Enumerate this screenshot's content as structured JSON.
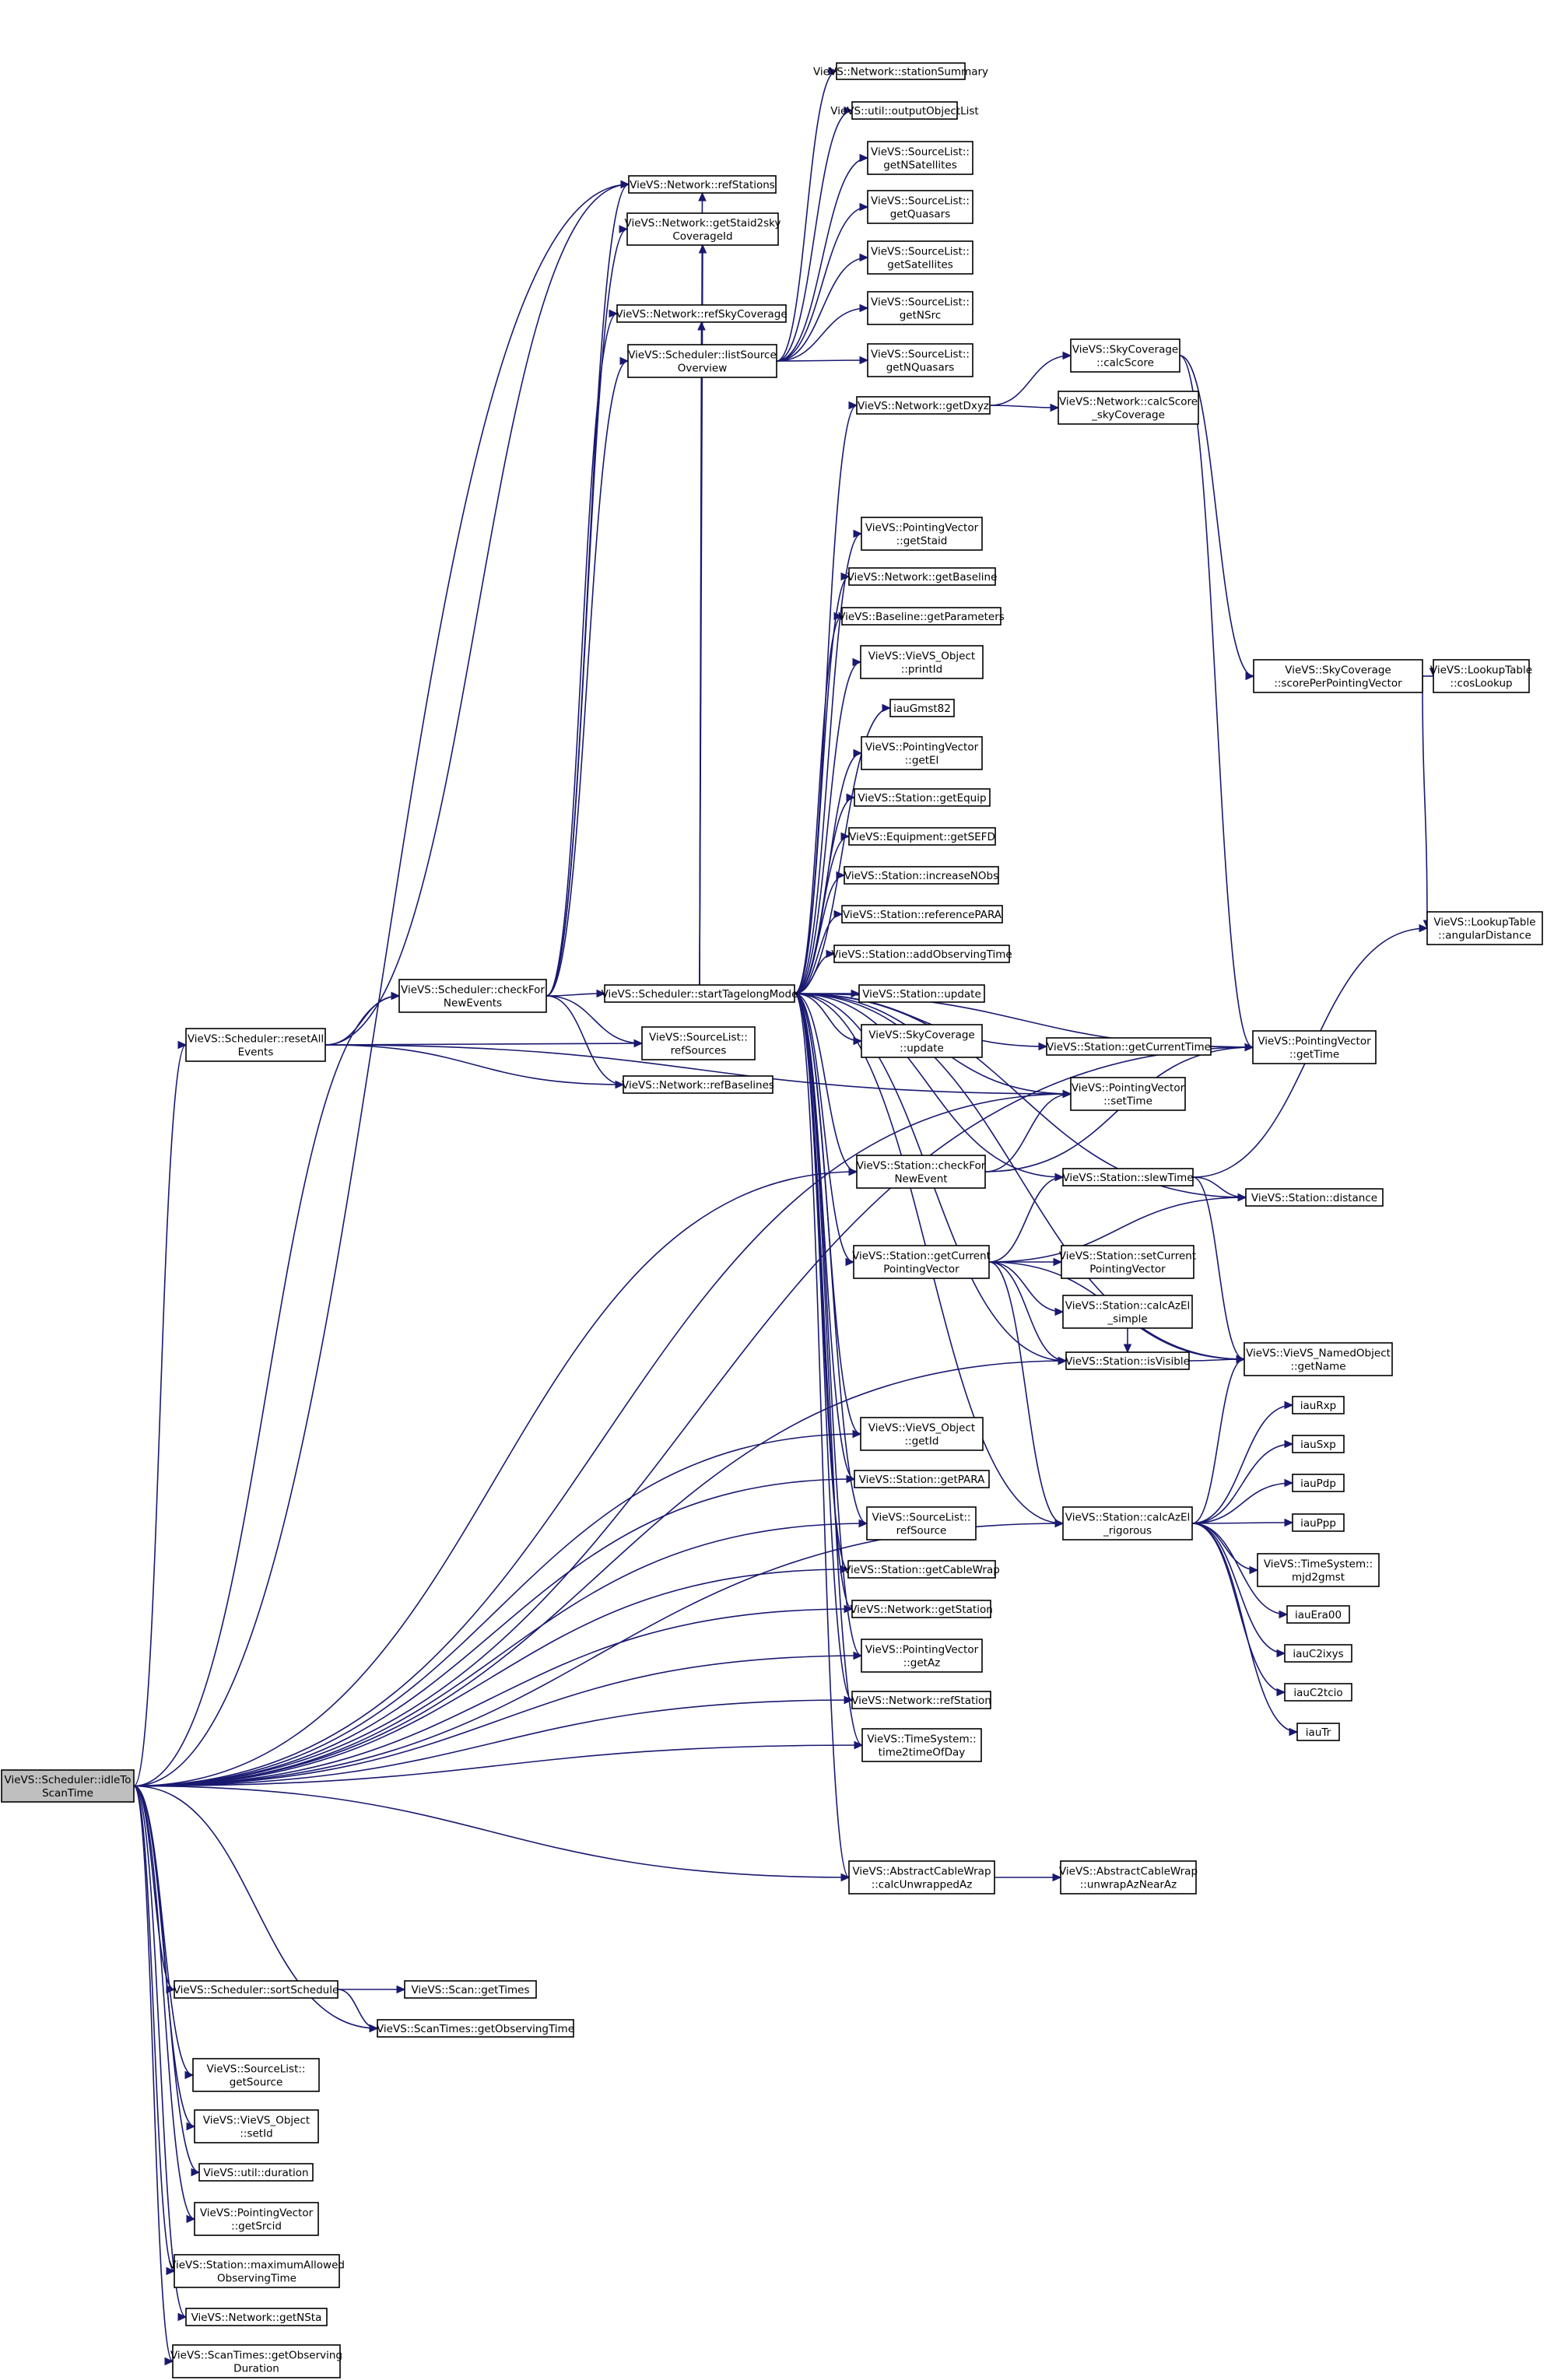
{
  "diagram": {
    "root": "idleToScanTime",
    "nodes": [
      {
        "id": "idleToScanTime",
        "lines": [
          "VieVS::Scheduler::idleTo",
          "ScanTime"
        ],
        "kind": "root"
      },
      {
        "id": "stationSummary",
        "lines": [
          "VieVS::Network::stationSummary"
        ]
      },
      {
        "id": "outputObjectList",
        "lines": [
          "VieVS::util::outputObjectList"
        ]
      },
      {
        "id": "getNSatellites",
        "lines": [
          "VieVS::SourceList::",
          "getNSatellites"
        ]
      },
      {
        "id": "refStations",
        "lines": [
          "VieVS::Network::refStations"
        ]
      },
      {
        "id": "getStaid2sky",
        "lines": [
          "VieVS::Network::getStaid2sky",
          "CoverageId"
        ]
      },
      {
        "id": "getQuasars",
        "lines": [
          "VieVS::SourceList::",
          "getQuasars"
        ]
      },
      {
        "id": "getSatellites",
        "lines": [
          "VieVS::SourceList::",
          "getSatellites"
        ]
      },
      {
        "id": "refSkyCoverage",
        "lines": [
          "VieVS::Network::refSkyCoverage"
        ]
      },
      {
        "id": "getNSrc",
        "lines": [
          "VieVS::SourceList::",
          "getNSrc"
        ]
      },
      {
        "id": "listSourceOverview",
        "lines": [
          "VieVS::Scheduler::listSource",
          "Overview"
        ]
      },
      {
        "id": "getNQuasars",
        "lines": [
          "VieVS::SourceList::",
          "getNQuasars"
        ]
      },
      {
        "id": "calcScore",
        "lines": [
          "VieVS::SkyCoverage",
          "::calcScore"
        ]
      },
      {
        "id": "getDxyz",
        "lines": [
          "VieVS::Network::getDxyz"
        ]
      },
      {
        "id": "calcScoreSky",
        "lines": [
          "VieVS::Network::calcScore",
          "_skyCoverage"
        ]
      },
      {
        "id": "pvGetStaid",
        "lines": [
          "VieVS::PointingVector",
          "::getStaid"
        ]
      },
      {
        "id": "getBaseline",
        "lines": [
          "VieVS::Network::getBaseline"
        ]
      },
      {
        "id": "getParameters",
        "lines": [
          "VieVS::Baseline::getParameters"
        ]
      },
      {
        "id": "printId",
        "lines": [
          "VieVS::VieVS_Object",
          "::printId"
        ]
      },
      {
        "id": "scorePerPV",
        "lines": [
          "VieVS::SkyCoverage",
          "::scorePerPointingVector"
        ]
      },
      {
        "id": "cosLookup",
        "lines": [
          "VieVS::LookupTable",
          "::cosLookup"
        ]
      },
      {
        "id": "iauGmst82",
        "lines": [
          "iauGmst82"
        ]
      },
      {
        "id": "pvGetEl",
        "lines": [
          "VieVS::PointingVector",
          "::getEl"
        ]
      },
      {
        "id": "getEquip",
        "lines": [
          "VieVS::Station::getEquip"
        ]
      },
      {
        "id": "getSEFD",
        "lines": [
          "VieVS::Equipment::getSEFD"
        ]
      },
      {
        "id": "increaseNObs",
        "lines": [
          "VieVS::Station::increaseNObs"
        ]
      },
      {
        "id": "angularDistance",
        "lines": [
          "VieVS::LookupTable",
          "::angularDistance"
        ]
      },
      {
        "id": "referencePARA",
        "lines": [
          "VieVS::Station::referencePARA"
        ]
      },
      {
        "id": "addObservingTime",
        "lines": [
          "VieVS::Station::addObservingTime"
        ]
      },
      {
        "id": "checkForNewEvents",
        "lines": [
          "VieVS::Scheduler::checkFor",
          "NewEvents"
        ]
      },
      {
        "id": "startTagelong",
        "lines": [
          "VieVS::Scheduler::startTagelongMode"
        ]
      },
      {
        "id": "stationUpdate",
        "lines": [
          "VieVS::Station::update"
        ]
      },
      {
        "id": "resetAllEvents",
        "lines": [
          "VieVS::Scheduler::resetAll",
          "Events"
        ]
      },
      {
        "id": "refSources",
        "lines": [
          "VieVS::SourceList::",
          "refSources"
        ]
      },
      {
        "id": "skyUpdate",
        "lines": [
          "VieVS::SkyCoverage",
          "::update"
        ]
      },
      {
        "id": "getCurrentTime",
        "lines": [
          "VieVS::Station::getCurrentTime"
        ]
      },
      {
        "id": "pvGetTime",
        "lines": [
          "VieVS::PointingVector",
          "::getTime"
        ]
      },
      {
        "id": "refBaselines",
        "lines": [
          "VieVS::Network::refBaselines"
        ]
      },
      {
        "id": "pvSetTime",
        "lines": [
          "VieVS::PointingVector",
          "::setTime"
        ]
      },
      {
        "id": "checkForNewEvent",
        "lines": [
          "VieVS::Station::checkFor",
          "NewEvent"
        ]
      },
      {
        "id": "slewTime",
        "lines": [
          "VieVS::Station::slewTime"
        ]
      },
      {
        "id": "distance",
        "lines": [
          "VieVS::Station::distance"
        ]
      },
      {
        "id": "getCurrentPV",
        "lines": [
          "VieVS::Station::getCurrent",
          "PointingVector"
        ]
      },
      {
        "id": "setCurrentPV",
        "lines": [
          "VieVS::Station::setCurrent",
          "PointingVector"
        ]
      },
      {
        "id": "calcAzElSimple",
        "lines": [
          "VieVS::Station::calcAzEl",
          "_simple"
        ]
      },
      {
        "id": "isVisible",
        "lines": [
          "VieVS::Station::isVisible"
        ]
      },
      {
        "id": "getName",
        "lines": [
          "VieVS::VieVS_NamedObject",
          "::getName"
        ]
      },
      {
        "id": "iauRxp",
        "lines": [
          "iauRxp"
        ]
      },
      {
        "id": "objGetId",
        "lines": [
          "VieVS::VieVS_Object",
          "::getId"
        ]
      },
      {
        "id": "iauSxp",
        "lines": [
          "iauSxp"
        ]
      },
      {
        "id": "getPARA",
        "lines": [
          "VieVS::Station::getPARA"
        ]
      },
      {
        "id": "iauPdp",
        "lines": [
          "iauPdp"
        ]
      },
      {
        "id": "refSource",
        "lines": [
          "VieVS::SourceList::",
          "refSource"
        ]
      },
      {
        "id": "calcAzElRigorous",
        "lines": [
          "VieVS::Station::calcAzEl",
          "_rigorous"
        ]
      },
      {
        "id": "iauPpp",
        "lines": [
          "iauPpp"
        ]
      },
      {
        "id": "mjd2gmst",
        "lines": [
          "VieVS::TimeSystem::",
          "mjd2gmst"
        ]
      },
      {
        "id": "getCableWrap",
        "lines": [
          "VieVS::Station::getCableWrap"
        ]
      },
      {
        "id": "getStation",
        "lines": [
          "VieVS::Network::getStation"
        ]
      },
      {
        "id": "iauEra00",
        "lines": [
          "iauEra00"
        ]
      },
      {
        "id": "pvGetAz",
        "lines": [
          "VieVS::PointingVector",
          "::getAz"
        ]
      },
      {
        "id": "iauC2ixys",
        "lines": [
          "iauC2ixys"
        ]
      },
      {
        "id": "refStation",
        "lines": [
          "VieVS::Network::refStation"
        ]
      },
      {
        "id": "iauC2tcio",
        "lines": [
          "iauC2tcio"
        ]
      },
      {
        "id": "iauTr",
        "lines": [
          "iauTr"
        ]
      },
      {
        "id": "time2timeOfDay",
        "lines": [
          "VieVS::TimeSystem::",
          "time2timeOfDay"
        ]
      },
      {
        "id": "calcUnwrappedAz",
        "lines": [
          "VieVS::AbstractCableWrap",
          "::calcUnwrappedAz"
        ]
      },
      {
        "id": "unwrapAzNearAz",
        "lines": [
          "VieVS::AbstractCableWrap",
          "::unwrapAzNearAz"
        ]
      },
      {
        "id": "sortSchedule",
        "lines": [
          "VieVS::Scheduler::sortSchedule"
        ]
      },
      {
        "id": "scanGetTimes",
        "lines": [
          "VieVS::Scan::getTimes"
        ]
      },
      {
        "id": "getObservingTime",
        "lines": [
          "VieVS::ScanTimes::getObservingTime"
        ]
      },
      {
        "id": "getSource",
        "lines": [
          "VieVS::SourceList::",
          "getSource"
        ]
      },
      {
        "id": "setId",
        "lines": [
          "VieVS::VieVS_Object",
          "::setId"
        ]
      },
      {
        "id": "utilDuration",
        "lines": [
          "VieVS::util::duration"
        ]
      },
      {
        "id": "getSrcid",
        "lines": [
          "VieVS::PointingVector",
          "::getSrcid"
        ]
      },
      {
        "id": "maxAllowedObs",
        "lines": [
          "VieVS::Station::maximumAllowed",
          "ObservingTime"
        ]
      },
      {
        "id": "getNSta",
        "lines": [
          "VieVS::Network::getNSta"
        ]
      },
      {
        "id": "getObservingDuration",
        "lines": [
          "VieVS::ScanTimes::getObserving",
          "Duration"
        ]
      }
    ],
    "edges": [
      [
        "idleToScanTime",
        "refStations"
      ],
      [
        "idleToScanTime",
        "resetAllEvents"
      ],
      [
        "idleToScanTime",
        "checkForNewEvents"
      ],
      [
        "idleToScanTime",
        "checkForNewEvent"
      ],
      [
        "idleToScanTime",
        "objGetId"
      ],
      [
        "idleToScanTime",
        "getPARA"
      ],
      [
        "idleToScanTime",
        "refSource"
      ],
      [
        "idleToScanTime",
        "getCableWrap"
      ],
      [
        "idleToScanTime",
        "getStation"
      ],
      [
        "idleToScanTime",
        "pvGetAz"
      ],
      [
        "idleToScanTime",
        "refStation"
      ],
      [
        "idleToScanTime",
        "time2timeOfDay"
      ],
      [
        "idleToScanTime",
        "isVisible"
      ],
      [
        "idleToScanTime",
        "calcUnwrappedAz"
      ],
      [
        "idleToScanTime",
        "calcAzElRigorous"
      ],
      [
        "idleToScanTime",
        "pvGetTime"
      ],
      [
        "idleToScanTime",
        "pvSetTime"
      ],
      [
        "idleToScanTime",
        "sortSchedule"
      ],
      [
        "idleToScanTime",
        "getObservingTime"
      ],
      [
        "idleToScanTime",
        "getSource"
      ],
      [
        "idleToScanTime",
        "setId"
      ],
      [
        "idleToScanTime",
        "utilDuration"
      ],
      [
        "idleToScanTime",
        "getSrcid"
      ],
      [
        "idleToScanTime",
        "maxAllowedObs"
      ],
      [
        "idleToScanTime",
        "getNSta"
      ],
      [
        "idleToScanTime",
        "getObservingDuration"
      ],
      [
        "resetAllEvents",
        "refStations"
      ],
      [
        "resetAllEvents",
        "checkForNewEvents"
      ],
      [
        "resetAllEvents",
        "refSources"
      ],
      [
        "resetAllEvents",
        "refBaselines"
      ],
      [
        "resetAllEvents",
        "pvSetTime"
      ],
      [
        "checkForNewEvents",
        "refStations"
      ],
      [
        "checkForNewEvents",
        "getStaid2sky"
      ],
      [
        "checkForNewEvents",
        "refSkyCoverage"
      ],
      [
        "checkForNewEvents",
        "startTagelong"
      ],
      [
        "checkForNewEvents",
        "refSources"
      ],
      [
        "checkForNewEvents",
        "refBaselines"
      ],
      [
        "checkForNewEvents",
        "listSourceOverview"
      ],
      [
        "listSourceOverview",
        "stationSummary"
      ],
      [
        "listSourceOverview",
        "outputObjectList"
      ],
      [
        "listSourceOverview",
        "getNSatellites"
      ],
      [
        "listSourceOverview",
        "getQuasars"
      ],
      [
        "listSourceOverview",
        "getSatellites"
      ],
      [
        "listSourceOverview",
        "getNSrc"
      ],
      [
        "listSourceOverview",
        "getNQuasars"
      ],
      [
        "startTagelong",
        "refStations"
      ],
      [
        "startTagelong",
        "getStaid2sky"
      ],
      [
        "startTagelong",
        "refSkyCoverage"
      ],
      [
        "startTagelong",
        "getDxyz"
      ],
      [
        "startTagelong",
        "pvGetStaid"
      ],
      [
        "startTagelong",
        "getBaseline"
      ],
      [
        "startTagelong",
        "getParameters"
      ],
      [
        "startTagelong",
        "printId"
      ],
      [
        "startTagelong",
        "iauGmst82"
      ],
      [
        "startTagelong",
        "pvGetEl"
      ],
      [
        "startTagelong",
        "getEquip"
      ],
      [
        "startTagelong",
        "getSEFD"
      ],
      [
        "startTagelong",
        "increaseNObs"
      ],
      [
        "startTagelong",
        "referencePARA"
      ],
      [
        "startTagelong",
        "addObservingTime"
      ],
      [
        "startTagelong",
        "stationUpdate"
      ],
      [
        "startTagelong",
        "skyUpdate"
      ],
      [
        "startTagelong",
        "getCurrentTime"
      ],
      [
        "startTagelong",
        "pvSetTime"
      ],
      [
        "startTagelong",
        "checkForNewEvent"
      ],
      [
        "startTagelong",
        "slewTime"
      ],
      [
        "startTagelong",
        "distance"
      ],
      [
        "startTagelong",
        "getCurrentPV"
      ],
      [
        "startTagelong",
        "isVisible"
      ],
      [
        "startTagelong",
        "getName"
      ],
      [
        "startTagelong",
        "objGetId"
      ],
      [
        "startTagelong",
        "getPARA"
      ],
      [
        "startTagelong",
        "refSource"
      ],
      [
        "startTagelong",
        "calcAzElRigorous"
      ],
      [
        "startTagelong",
        "getCableWrap"
      ],
      [
        "startTagelong",
        "getStation"
      ],
      [
        "startTagelong",
        "pvGetAz"
      ],
      [
        "startTagelong",
        "refStation"
      ],
      [
        "startTagelong",
        "time2timeOfDay"
      ],
      [
        "startTagelong",
        "calcUnwrappedAz"
      ],
      [
        "startTagelong",
        "pvGetTime"
      ],
      [
        "getDxyz",
        "calcScore"
      ],
      [
        "getDxyz",
        "calcScoreSky"
      ],
      [
        "calcScore",
        "scorePerPV"
      ],
      [
        "calcScore",
        "pvGetTime"
      ],
      [
        "scorePerPV",
        "cosLookup"
      ],
      [
        "scorePerPV",
        "angularDistance"
      ],
      [
        "getCurrentTime",
        "pvGetTime"
      ],
      [
        "checkForNewEvent",
        "pvSetTime"
      ],
      [
        "checkForNewEvent",
        "pvGetTime"
      ],
      [
        "slewTime",
        "angularDistance"
      ],
      [
        "slewTime",
        "distance"
      ],
      [
        "slewTime",
        "getName"
      ],
      [
        "getCurrentPV",
        "setCurrentPV"
      ],
      [
        "getCurrentPV",
        "calcAzElSimple"
      ],
      [
        "getCurrentPV",
        "isVisible"
      ],
      [
        "getCurrentPV",
        "calcAzElRigorous"
      ],
      [
        "getCurrentPV",
        "slewTime"
      ],
      [
        "getCurrentPV",
        "distance"
      ],
      [
        "getCurrentPV",
        "getName"
      ],
      [
        "calcAzElSimple",
        "isVisible"
      ],
      [
        "isVisible",
        "getName"
      ],
      [
        "calcAzElRigorous",
        "getName"
      ],
      [
        "calcAzElRigorous",
        "iauRxp"
      ],
      [
        "calcAzElRigorous",
        "iauSxp"
      ],
      [
        "calcAzElRigorous",
        "iauPdp"
      ],
      [
        "calcAzElRigorous",
        "iauPpp"
      ],
      [
        "calcAzElRigorous",
        "mjd2gmst"
      ],
      [
        "calcAzElRigorous",
        "iauEra00"
      ],
      [
        "calcAzElRigorous",
        "iauC2ixys"
      ],
      [
        "calcAzElRigorous",
        "iauC2tcio"
      ],
      [
        "calcAzElRigorous",
        "iauTr"
      ],
      [
        "calcUnwrappedAz",
        "unwrapAzNearAz"
      ],
      [
        "sortSchedule",
        "scanGetTimes"
      ],
      [
        "sortSchedule",
        "getObservingTime"
      ]
    ]
  }
}
